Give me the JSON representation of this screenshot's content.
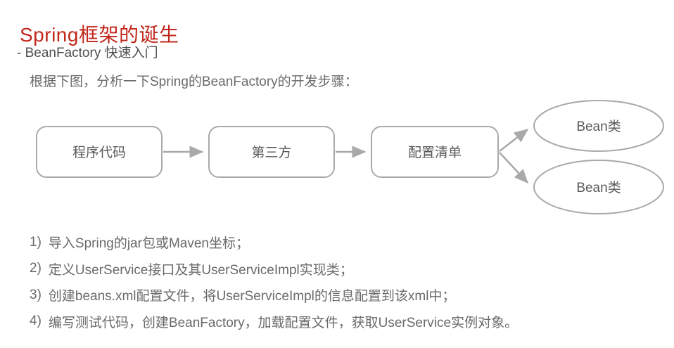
{
  "slide": {
    "title": "Spring框架的诞生",
    "subtitle": "- BeanFactory 快速入门",
    "intro": "根据下图，分析一下Spring的BeanFactory的开发步骤：",
    "steps": [
      {
        "num": "1)",
        "text": "导入Spring的jar包或Maven坐标；"
      },
      {
        "num": "2)",
        "text": "定义UserService接口及其UserServiceImpl实现类；"
      },
      {
        "num": "3)",
        "text": "创建beans.xml配置文件，将UserServiceImpl的信息配置到该xml中；"
      },
      {
        "num": "4)",
        "text": "编写测试代码，创建BeanFactory，加载配置文件，获取UserService实例对象。"
      }
    ]
  },
  "diagram": {
    "nodes": [
      {
        "id": "program-code",
        "type": "box",
        "label": "程序代码"
      },
      {
        "id": "third-party",
        "type": "box",
        "label": "第三方"
      },
      {
        "id": "config-list",
        "type": "box",
        "label": "配置清单"
      },
      {
        "id": "bean-class-top",
        "type": "ellipse",
        "label": "Bean类"
      },
      {
        "id": "bean-class-bottom",
        "type": "ellipse",
        "label": "Bean类"
      }
    ],
    "edges": [
      {
        "from": "program-code",
        "to": "third-party"
      },
      {
        "from": "third-party",
        "to": "config-list"
      },
      {
        "from": "config-list",
        "to": "bean-class-top"
      },
      {
        "from": "config-list",
        "to": "bean-class-bottom"
      }
    ],
    "stroke_color": "#a9a9a9",
    "label_color": "#595959",
    "fill_color": "#ffffff"
  },
  "colors": {
    "title_red": "#c1271b",
    "subtitle_gray": "#4f4f4f",
    "body_gray": "#6a6a6a",
    "background": "#ffffff"
  }
}
